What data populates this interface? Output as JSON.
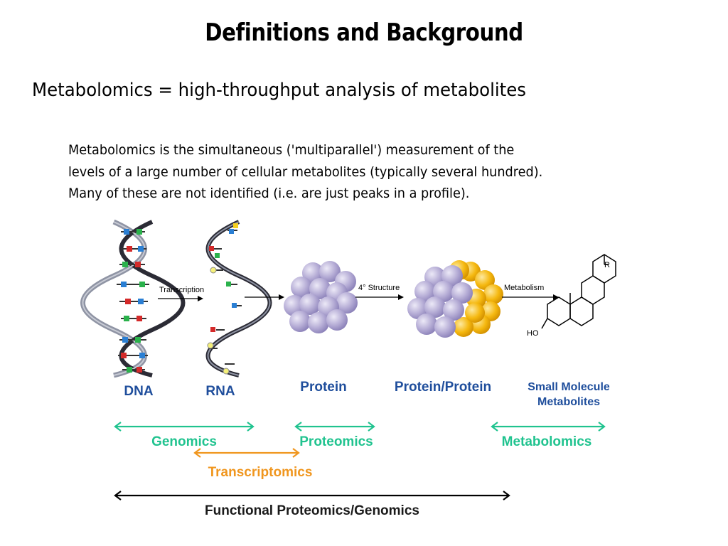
{
  "slide": {
    "title": "Definitions and Background",
    "subtitle": "Metabolomics = high-throughput analysis of metabolites",
    "body_lines": [
      "Metabolomics is the simultaneous ('multiparallel') measurement of the",
      "levels of a large number of cellular metabolites (typically several hundred).",
      "Many of these are not identified (i.e. are just peaks in a profile)."
    ]
  },
  "diagram": {
    "stages": {
      "dna": "DNA",
      "rna": "RNA",
      "protein": "Protein",
      "protein_protein": "Protein/Protein",
      "small_molecule_line1": "Small Molecule",
      "small_molecule_line2": "Metabolites"
    },
    "arrows": {
      "transcription": "Transcription",
      "structure": "4° Structure",
      "metabolism": "Metabolism"
    },
    "molecule_labels": {
      "r_group": "R",
      "hydroxyl": "HO"
    },
    "fields": {
      "genomics": "Genomics",
      "proteomics": "Proteomics",
      "metabolomics": "Metabolomics",
      "transcriptomics": "Transcriptomics",
      "functional": "Functional Proteomics/Genomics"
    },
    "colors": {
      "stage_label": "#1f4e9c",
      "field_teal": "#20c38f",
      "field_orange": "#f0961e",
      "protein_purple": "#b3aad4",
      "protein_gold": "#f5b80f",
      "helix_gray": "#8f94a4"
    }
  }
}
